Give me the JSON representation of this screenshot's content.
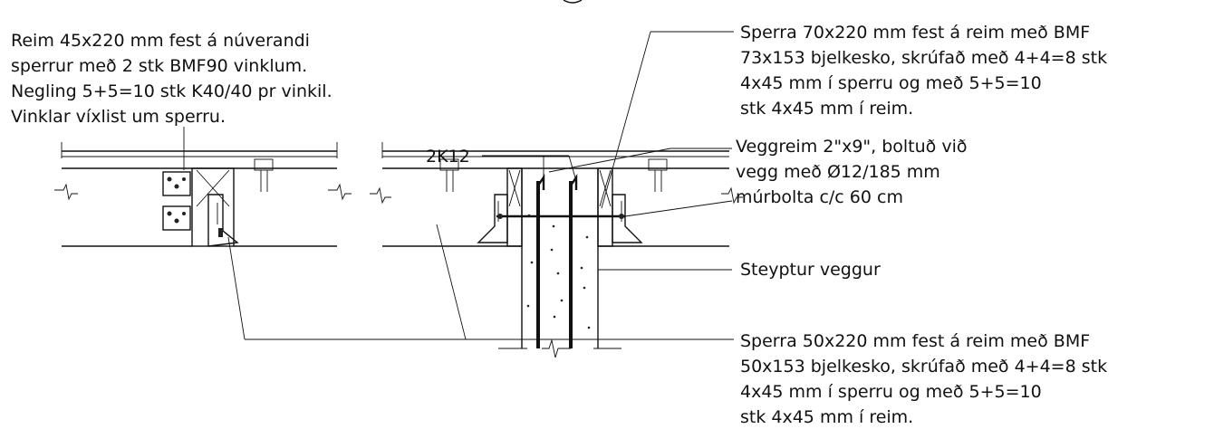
{
  "notes": {
    "reim_left": [
      "Reim 45x220 mm fest á núverandi",
      "sperrur með 2 stk BMF90 vinklum.",
      "Negling 5+5=10 stk K40/40 pr vinkil.",
      "Vinklar víxlist um sperru."
    ],
    "sperra_top": [
      "Sperra 70x220 mm fest á reim með BMF",
      "73x153 bjelkesko, skrúfað með 4+4=8 stk",
      "4x45 mm í sperru og með 5+5=10",
      "stk 4x45 mm í reim."
    ],
    "veggreim": [
      "Veggreim 2\"x9\", boltuð við",
      "vegg með Ø12/185 mm",
      "múrbolta c/c 60 cm"
    ],
    "steyptur": "Steyptur veggur",
    "sperra_bottom": [
      "Sperra 50x220 mm fest á reim með BMF",
      "50x153 bjelkesko, skrúfað með 4+4=8 stk",
      "4x45 mm í sperru og með 5+5=10",
      "stk 4x45 mm í reim."
    ],
    "rebar": "2K12"
  }
}
